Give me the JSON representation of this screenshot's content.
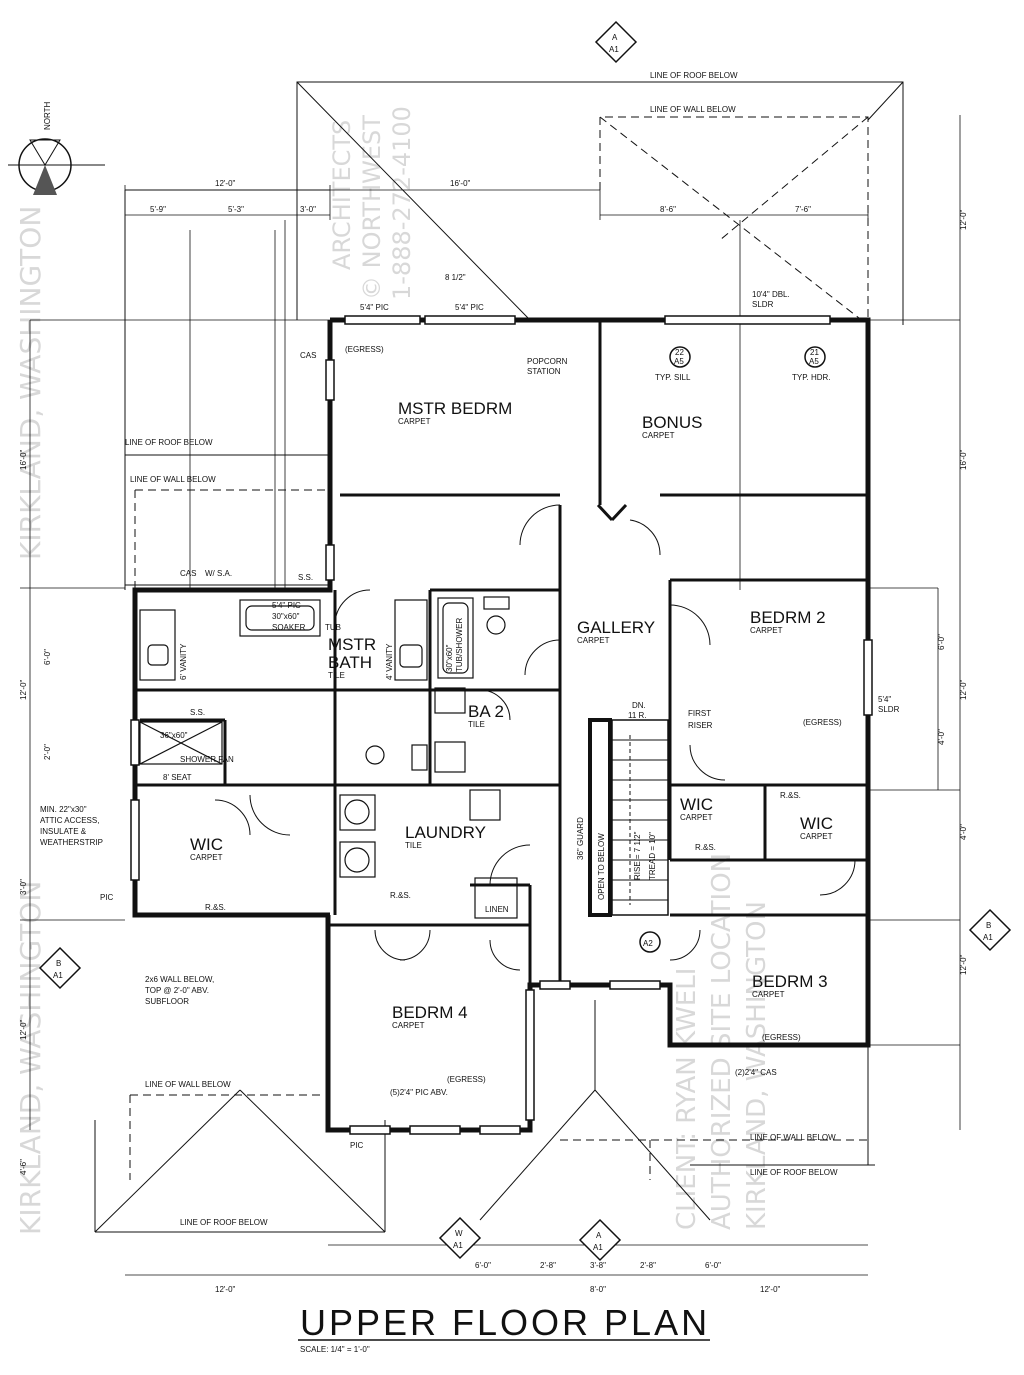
{
  "title": "UPPER FLOOR PLAN",
  "scale": "SCALE: 1/4\" = 1'-0\"",
  "north_label": "NORTH",
  "rooms": {
    "mstr_bedrm": {
      "name": "MSTR BEDRM",
      "floor": "CARPET"
    },
    "bonus": {
      "name": "BONUS",
      "floor": "CARPET"
    },
    "mstr_bath": {
      "name1": "MSTR",
      "name2": "BATH",
      "floor": "TILE"
    },
    "gallery": {
      "name": "GALLERY",
      "floor": "CARPET"
    },
    "bedrm2": {
      "name": "BEDRM 2",
      "floor": "CARPET"
    },
    "ba2": {
      "name": "BA 2",
      "floor": "TILE"
    },
    "laundry": {
      "name": "LAUNDRY",
      "floor": "TILE"
    },
    "wic_left": {
      "name": "WIC",
      "floor": "CARPET"
    },
    "wic_mid": {
      "name": "WIC",
      "floor": "CARPET"
    },
    "wic_right": {
      "name": "WIC",
      "floor": "CARPET"
    },
    "bedrm3": {
      "name": "BEDRM 3",
      "floor": "CARPET"
    },
    "bedrm4": {
      "name": "BEDRM 4",
      "floor": "CARPET"
    },
    "linen": {
      "name": "LINEN"
    }
  },
  "notes": {
    "line_roof_top": "LINE OF ROOF BELOW",
    "line_wall_top": "LINE OF WALL BELOW",
    "line_roof_left": "LINE OF ROOF BELOW",
    "line_wall_left": "LINE OF WALL BELOW",
    "line_wall_bl": "LINE OF WALL BELOW",
    "line_roof_bottom": "LINE OF ROOF BELOW",
    "line_wall_br": "LINE OF WALL BELOW",
    "line_roof_br": "LINE OF ROOF BELOW",
    "popcorn": "POPCORN",
    "station": "STATION",
    "egress_master": "(EGRESS)",
    "egress_b2": "(EGRESS)",
    "egress_b3": "(EGRESS)",
    "egress_b4": "(EGRESS)",
    "sldr_top": "10'4\" DBL.",
    "sldr_top2": "SLDR",
    "sldr_right": "5'4\"",
    "sldr_right2": "SLDR",
    "typ_sill": "TYP. SILL",
    "typ_hdr": "TYP. HDR.",
    "tub": "TUB",
    "soaker1": "5'4\" PIC",
    "soaker2": "30\"x60\"",
    "soaker3": "SOAKER",
    "vanity_left": "6' VANITY",
    "vanity_right": "4' VANITY",
    "shower": "36\"x60\"",
    "shower_fan": "SHOWER FAN",
    "seat": "8' SEAT",
    "showr_ba2": "30\"x60\"",
    "showr_ba2b": "TUB/SHOWER",
    "first_riser": "FIRST",
    "first_riser2": "RISER",
    "dn": "DN.",
    "dn2": "11 R.",
    "rise": "RISE = 7 1/2\"",
    "tread": "TREAD = 10\"",
    "open_below": "OPEN TO BELOW",
    "guard": "36\" GUARD",
    "attic1": "MIN. 22\"x30\"",
    "attic2": "ATTIC ACCESS,",
    "attic3": "INSULATE &",
    "attic4": "WEATHERSTRIP",
    "wall2x6_1": "2x6 WALL BELOW,",
    "wall2x6_2": "TOP @ 2'-0\" ABV.",
    "wall2x6_3": "SUBFLOOR",
    "pic_abv": "(5)2'4\" PIC ABV.",
    "rs": "R.&S.",
    "ss": "S.S.",
    "pic": "PIC",
    "cas": "CAS",
    "cas_br": "(2)2'4\" CAS",
    "ws": "W/ S.A.",
    "nw_pic": "5'4\" PIC",
    "ne_pic": "5'4\" PIC",
    "dim_8half": "8 1/2\""
  },
  "dims_top": [
    "12'-0\"",
    "16'-0\"",
    "5'-9\"",
    "5'-3\"",
    "3'-0\"",
    "8'-6\"",
    "7'-6\""
  ],
  "dims_bottom": [
    "12'-0\"",
    "6'-0\"",
    "2'-8\"",
    "3'-8\"",
    "2'-8\"",
    "6'-0\"",
    "8'-0\"",
    "12'-0\""
  ],
  "dims_left": [
    "16'-0\"",
    "12'-0\"",
    "12'-0\"",
    "4'-6\"",
    "6'-0\"",
    "2'-0\"",
    "3'-0\""
  ],
  "dims_right": [
    "12'-0\"",
    "16'-0\"",
    "12'-0\"",
    "12'-0\"",
    "4'-0\"",
    "6'-0\"",
    "4'-0\""
  ],
  "section_marks": {
    "a_top": "A",
    "a_top_sheet": "A1",
    "b_left": "B",
    "b_left_sheet": "A1",
    "b_right": "B",
    "b_right_sheet": "A1",
    "a_bottom": "A",
    "a_bottom_sheet": "A1",
    "w_bottom": "W",
    "w_bottom_sheet": "A1",
    "detail1": "22",
    "detail1_sheet": "A5",
    "detail2": "21",
    "detail2_sheet": "A5",
    "stair_mark": "A2"
  },
  "watermarks": {
    "left_top": "KIRKLAND, WASHINGTON",
    "left_bottom": "KIRKLAND, WASHINGTON",
    "arch1": "ARCHITECTS",
    "arch2": "© NORTHWEST",
    "arch3": "1-888-272-4100",
    "client": "CLIENT: RYAN KWELI",
    "authorized": "AUTHORIZED SITE LOCATION",
    "kirkland_r": "KIRKLAND, WASHINGTON"
  }
}
